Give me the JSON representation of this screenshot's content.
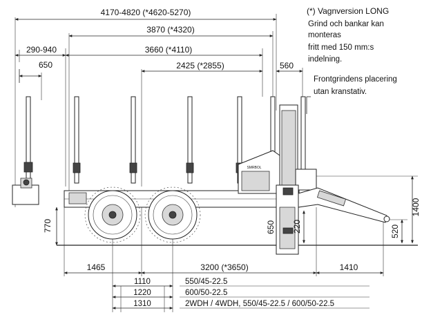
{
  "dimensions": {
    "overall_length": "4170-4820 (*4620-5270)",
    "bunk_span_long": "3870 (*4320)",
    "rear_overhang": "290-940",
    "bunk_span": "3660 (*4110)",
    "rear_post_offset": "650",
    "frontgrid_span": "2425 (*2855)",
    "frontgrid_offset": "560",
    "rear_bunk_height": "770",
    "drawbar_height_low": "650",
    "drawbar_height_mid": "220",
    "hitch_height": "520",
    "frame_height": "1400",
    "rear_axle_distance": "1465",
    "wheelbase": "3200 (*3650)",
    "front_length": "1410"
  },
  "notes": {
    "version_note": "(*) Vagnversion LONG",
    "grind_line1": "Grind och bankar kan",
    "grind_line2": "monteras",
    "grind_line3": "fritt med 150 mm:s",
    "grind_line4": "indelning.",
    "front_line1": "Frontgrindens placering",
    "front_line2": "utan kranstativ."
  },
  "badge_text": "SMRBOL",
  "wheel_table": [
    {
      "width": "1110",
      "tyre": "550/45-22.5"
    },
    {
      "width": "1220",
      "tyre": "600/50-22.5"
    },
    {
      "width": "1310",
      "tyre": "2WDH / 4WDH, 550/45-22.5 / 600/50-22.5"
    }
  ]
}
